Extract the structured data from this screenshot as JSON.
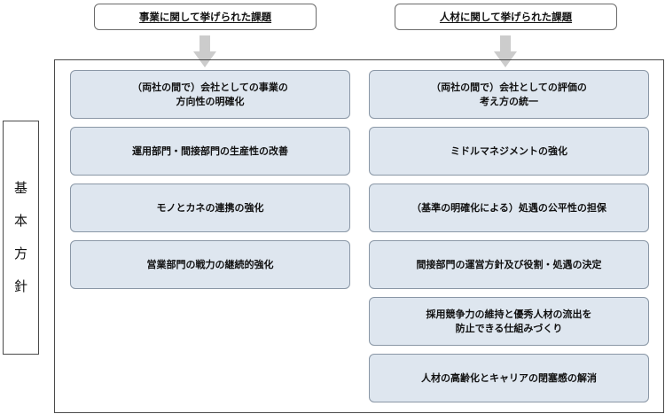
{
  "headers": {
    "left": "事業に関して挙げられた課題",
    "right": "人材に関して挙げられた課題"
  },
  "side_label": {
    "chars": [
      "基",
      "本",
      "方",
      "針"
    ]
  },
  "left_items": [
    "（両社の間で）会社としての事業の\n方向性の明確化",
    "運用部門・間接部門の生産性の改善",
    "モノとカネの連携の強化",
    "営業部門の戦力の継続的強化"
  ],
  "right_items": [
    "（両社の間で）会社としての評価の\n考え方の統一",
    "ミドルマネジメントの強化",
    "（基準の明確化による）処遇の公平性の担保",
    "間接部門の運営方針及び役割・処遇の決定",
    "採用競争力の維持と優秀人材の流出を\n防止できる仕組みづくり",
    "人材の高齢化とキャリアの閉塞感の解消"
  ],
  "colors": {
    "item_fill": "#dee6ef",
    "item_border": "#8a97a6",
    "arrow": "#cccccc"
  }
}
